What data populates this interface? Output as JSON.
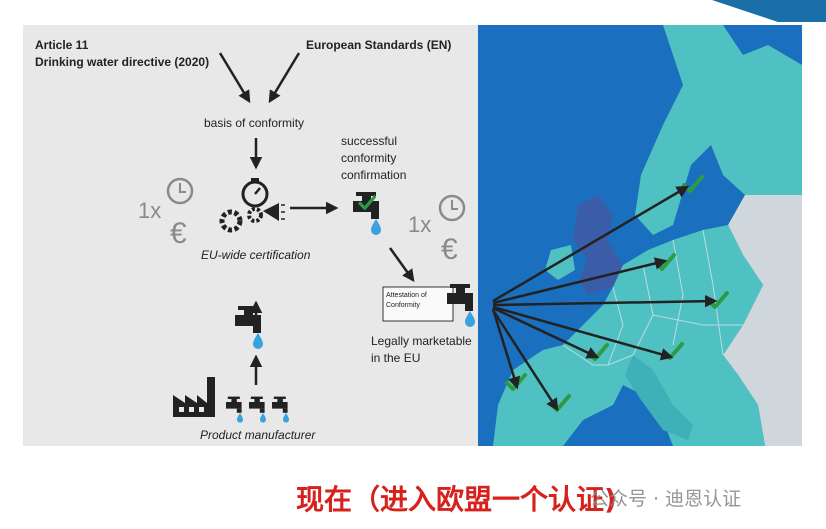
{
  "diagram": {
    "article_line1": "Article 11",
    "article_line2": "Drinking water directive (2020)",
    "standards": "European Standards (EN)",
    "basis": "basis of conformity",
    "certification": "EU-wide certification",
    "success_line1": "successful",
    "success_line2": "conformity",
    "success_line3": "confirmation",
    "attestation_line1": "Attestation of",
    "attestation_line2": "Conformity",
    "marketable_line1": "Legally marketable",
    "marketable_line2": "in the EU",
    "manufacturer": "Product manufacturer",
    "cost_1": "1x",
    "cost_2": "1x"
  },
  "footer": {
    "caption": "现在（进入欧盟一个认证)",
    "watermark": "公众号 · 迪恩认证"
  },
  "colors": {
    "map_sea": "#1a6fbf",
    "map_land": "#4fc1c3",
    "map_other": "#cfd6dc",
    "check": "#2e9b43",
    "drop": "#3aa3df",
    "caption": "#d7211d",
    "corner": "#1b6fa8"
  }
}
